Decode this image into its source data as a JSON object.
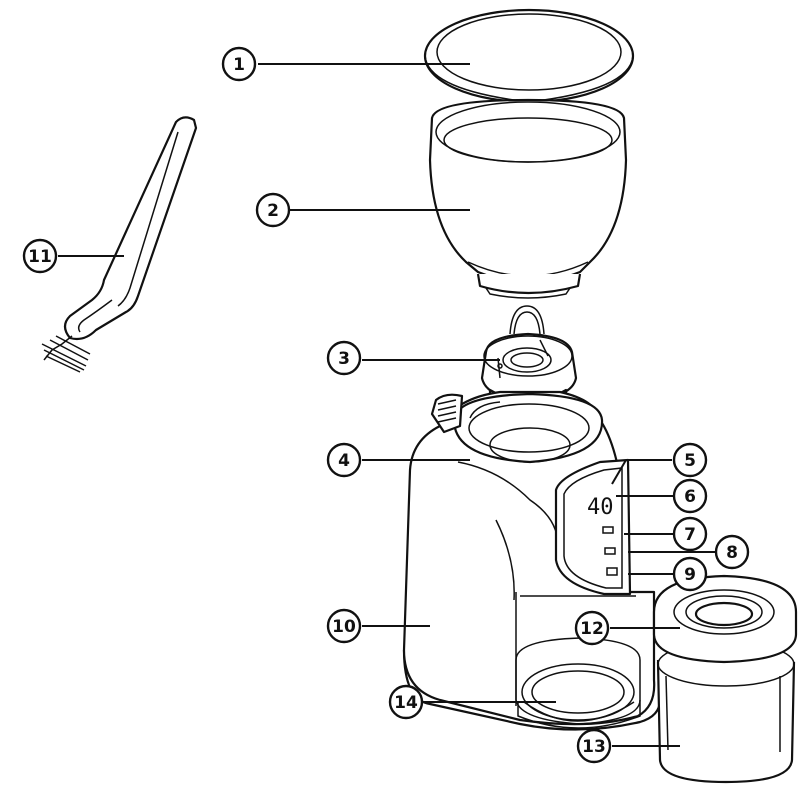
{
  "callouts": [
    {
      "id": "1",
      "label": "1"
    },
    {
      "id": "2",
      "label": "2"
    },
    {
      "id": "3",
      "label": "3"
    },
    {
      "id": "4",
      "label": "4"
    },
    {
      "id": "5",
      "label": "5"
    },
    {
      "id": "6",
      "label": "6"
    },
    {
      "id": "7",
      "label": "7"
    },
    {
      "id": "8",
      "label": "8"
    },
    {
      "id": "9",
      "label": "9"
    },
    {
      "id": "10",
      "label": "10"
    },
    {
      "id": "11",
      "label": "11"
    },
    {
      "id": "12",
      "label": "12"
    },
    {
      "id": "13",
      "label": "13"
    },
    {
      "id": "14",
      "label": "14"
    }
  ],
  "display": {
    "value": "40"
  },
  "colors": {
    "stroke": "#111111",
    "fill": "#ffffff"
  }
}
